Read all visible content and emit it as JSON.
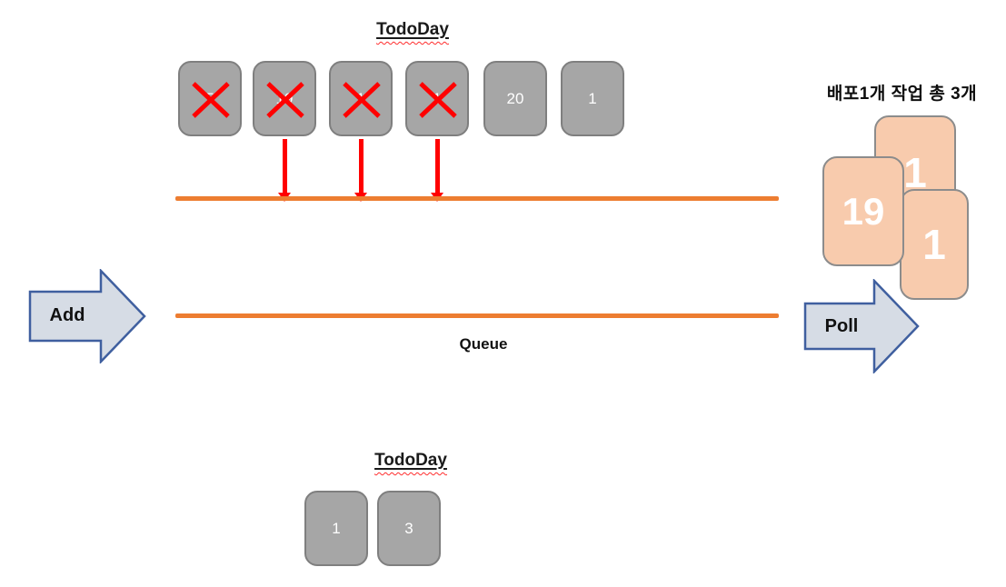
{
  "colors": {
    "todo_box_fill": "#A6A6A6",
    "todo_box_border": "#7F7F7F",
    "card_fill": "#F8CBAD",
    "card_border": "#8C8C8C",
    "queue_line_orange": "#ED7D31",
    "cross_and_arrow_red": "#FF0000",
    "block_arrow_fill": "#D6DCE5",
    "block_arrow_border": "#3F5F9F"
  },
  "top_section": {
    "title": "TodoDay",
    "boxes": [
      {
        "value": "5",
        "crossed": true,
        "moved_to_queue": false
      },
      {
        "value": "19",
        "crossed": true,
        "moved_to_queue": true
      },
      {
        "value": "1",
        "crossed": true,
        "moved_to_queue": true
      },
      {
        "value": "1",
        "crossed": true,
        "moved_to_queue": true
      },
      {
        "value": "20",
        "crossed": false,
        "moved_to_queue": false
      },
      {
        "value": "1",
        "crossed": false,
        "moved_to_queue": false
      }
    ]
  },
  "queue": {
    "label": "Queue"
  },
  "add_arrow": {
    "label": "Add"
  },
  "poll_arrow": {
    "label": "Poll"
  },
  "polled_output": {
    "caption": "배포1개 작업 총 3개",
    "cards": [
      {
        "value": "1"
      },
      {
        "value": "1"
      },
      {
        "value": "19"
      }
    ]
  },
  "bottom_section": {
    "title": "TodoDay",
    "boxes": [
      {
        "value": "1"
      },
      {
        "value": "3"
      }
    ]
  }
}
